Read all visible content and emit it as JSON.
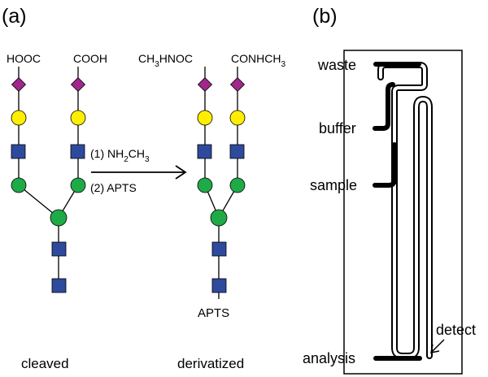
{
  "panel_a": {
    "label": "(a)",
    "cleaved": {
      "left_group": "HOOC",
      "right_group": "COOH",
      "caption": "cleaved"
    },
    "reaction": {
      "step1_prefix": "(1) NH",
      "step1_sub1": "2",
      "step1_mid": "CH",
      "step1_sub2": "3",
      "step2": "(2) APTS"
    },
    "derivatized": {
      "left_prefix": "CH",
      "left_sub": "3",
      "left_suffix": "HNOC",
      "right_prefix": "CONHCH",
      "right_sub": "3",
      "reducing_end": "APTS",
      "caption": "derivatized"
    },
    "symbol_colors": {
      "sialic_acid": "#a0288c",
      "galactose": "#ffee00",
      "glcnac": "#2e4a9c",
      "mannose": "#1faa48"
    }
  },
  "panel_b": {
    "label": "(b)",
    "labels": {
      "waste": "waste",
      "buffer": "buffer",
      "sample": "sample",
      "analysis": "analysis",
      "detect": "detect"
    }
  }
}
